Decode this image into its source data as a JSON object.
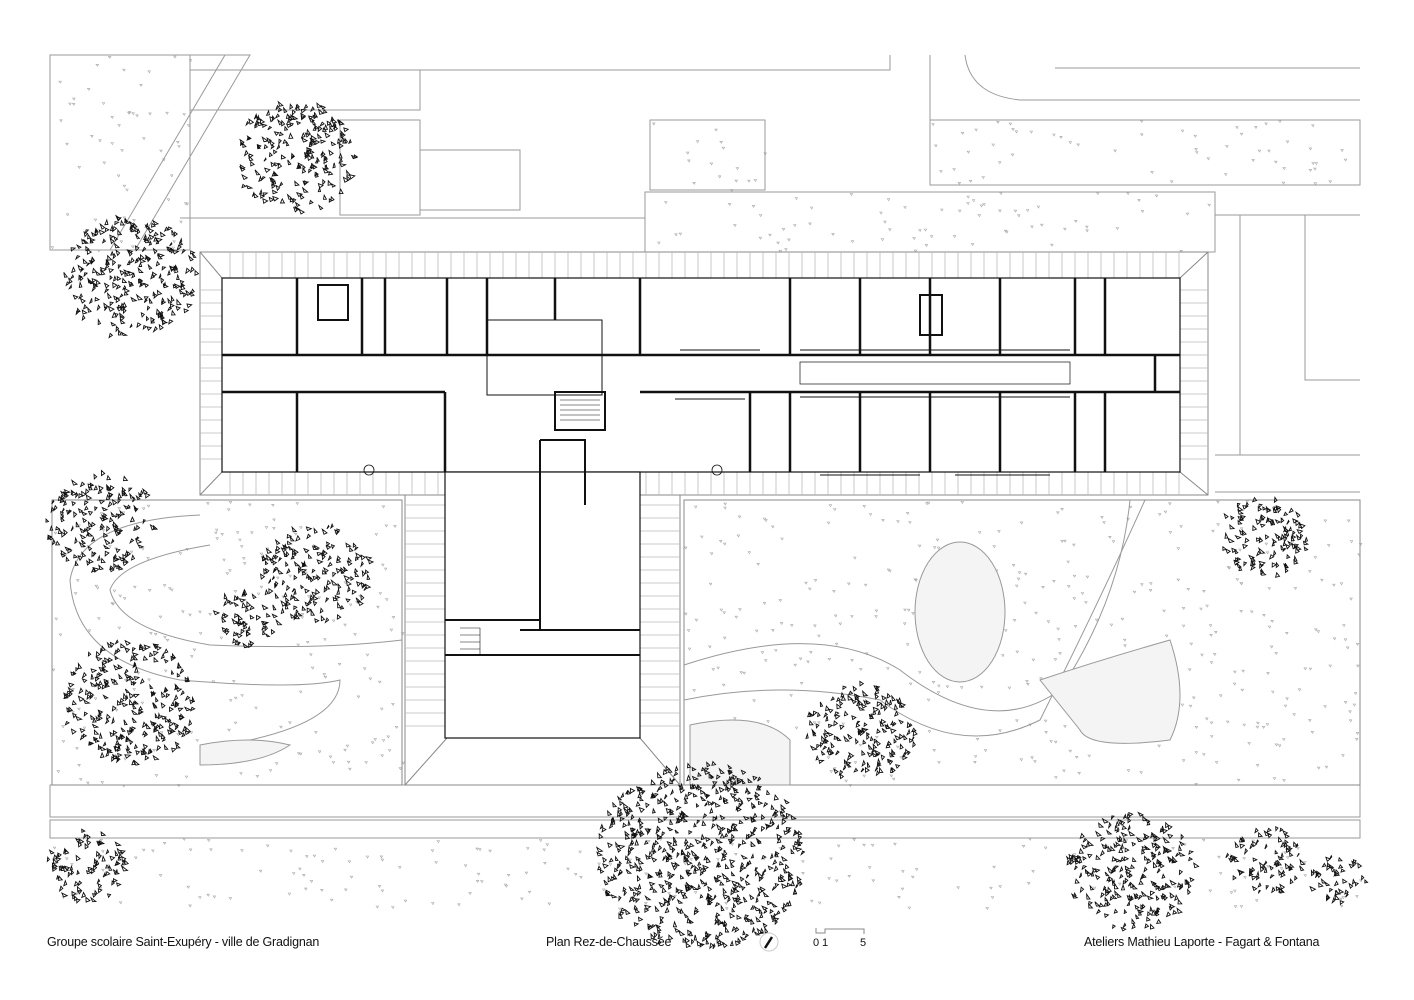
{
  "footer": {
    "project": "Groupe scolaire Saint-Exupéry - ville de Gradignan",
    "drawing_title": "Plan Rez-de-Chaussée",
    "architects": "Ateliers Mathieu Laporte  -  Fagart & Fontana"
  },
  "scale_bar": {
    "labels": [
      "0",
      "1",
      "5"
    ],
    "north_arrow": "north-arrow-icon"
  },
  "colors": {
    "line": "#111111",
    "light_line": "#9a9a9a",
    "background": "#ffffff"
  }
}
